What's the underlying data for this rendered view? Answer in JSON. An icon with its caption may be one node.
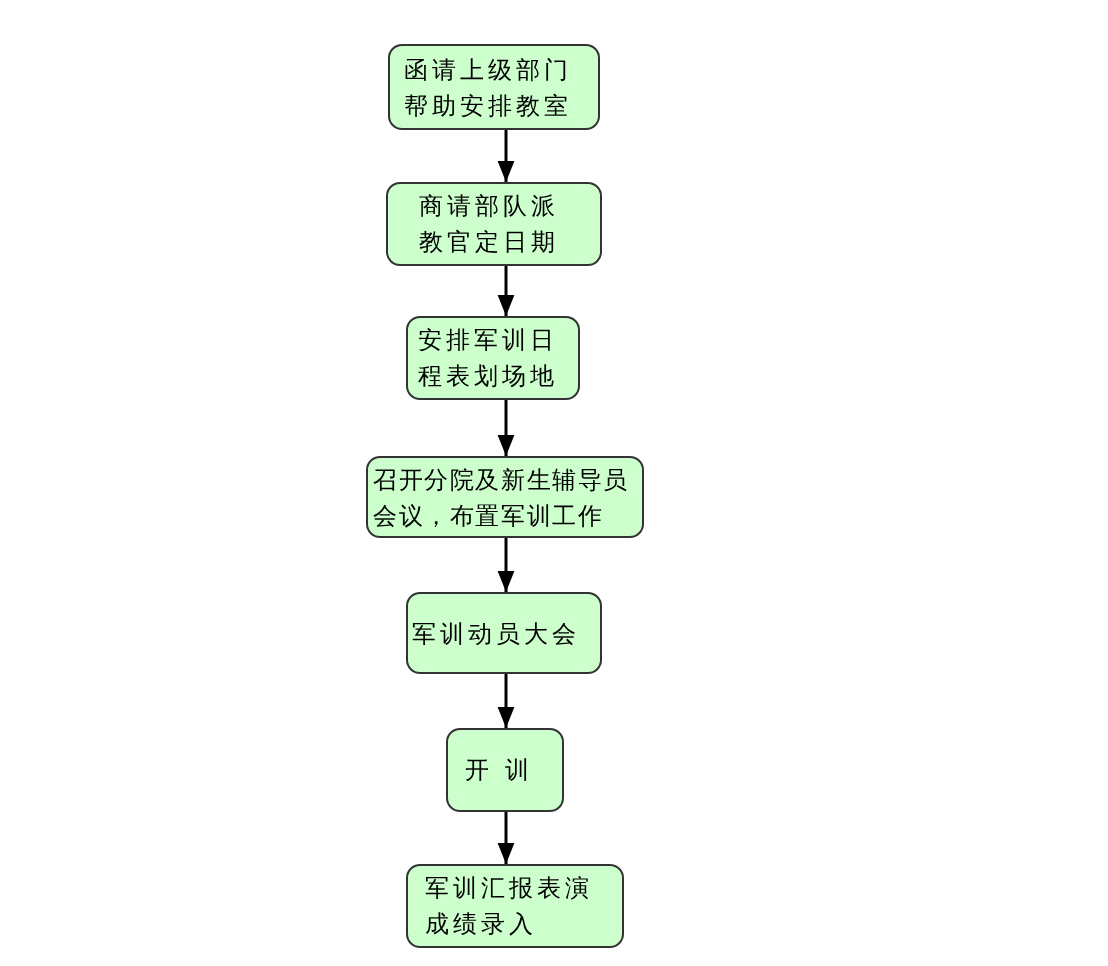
{
  "diagram": {
    "nodes": [
      {
        "text": [
          "函请上级部门帮助安排教室"
        ]
      },
      {
        "text": [
          "商请部队派教官定日期"
        ]
      },
      {
        "text": [
          "安排军训日程表划场地"
        ]
      },
      {
        "text": [
          "召开分院及新生辅导员会议，布置军训工作"
        ]
      },
      {
        "text": [
          "军训动员大会"
        ]
      },
      {
        "text": [
          "开 训"
        ]
      },
      {
        "text": [
          "军训汇报表演成绩录入"
        ]
      }
    ],
    "edges": [
      {
        "from": 0,
        "to": 1,
        "arrow": "to"
      },
      {
        "from": 1,
        "to": 2,
        "arrow": "to"
      },
      {
        "from": 2,
        "to": 3,
        "arrow": "to"
      },
      {
        "from": 3,
        "to": 4,
        "arrow": "to"
      },
      {
        "from": 4,
        "to": 5,
        "arrow": "to"
      },
      {
        "from": 5,
        "to": 6,
        "arrow": "to"
      }
    ]
  }
}
